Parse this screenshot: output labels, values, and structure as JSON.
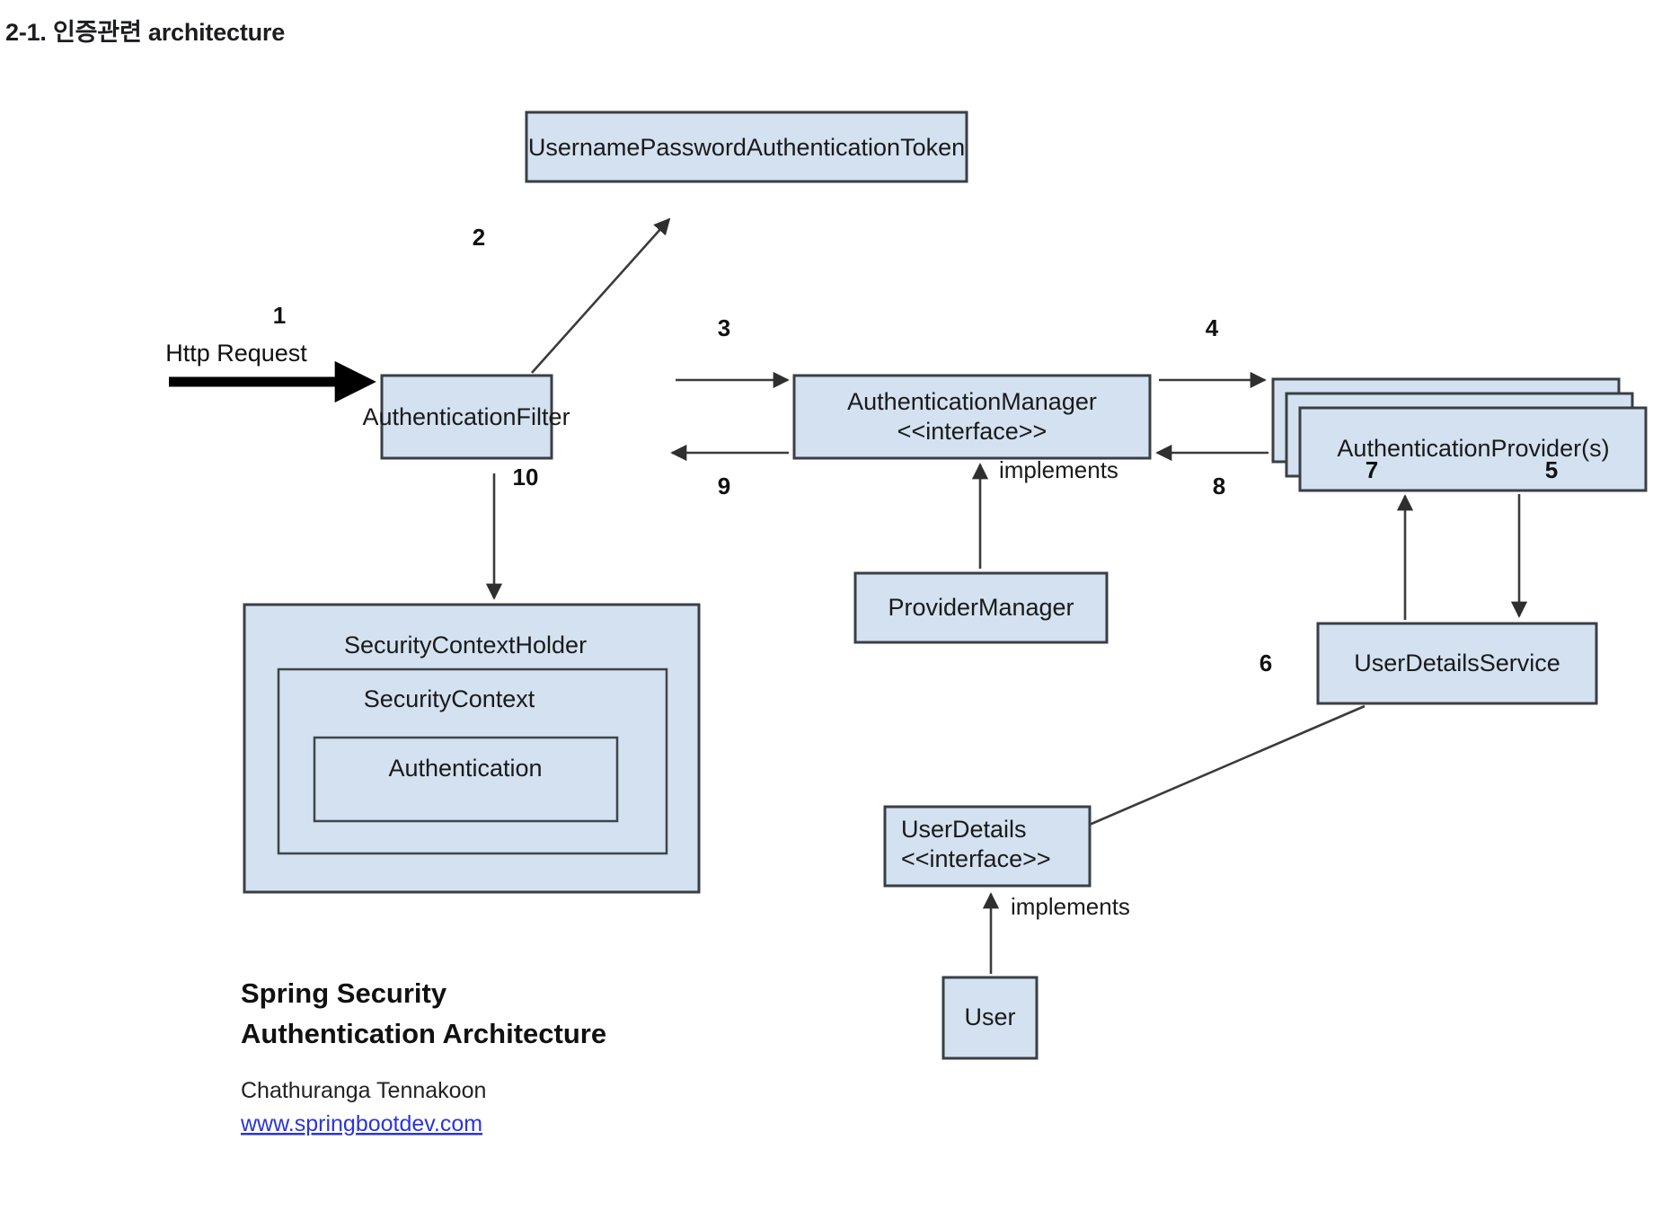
{
  "page": {
    "title": "2-1. 인증관련 architecture",
    "background_color": "#ffffff"
  },
  "diagram": {
    "type": "architecture-flow",
    "node_fill_color": "#d3e1f0",
    "node_stroke_color": "#3a3f45",
    "nodes": {
      "username_password_token": {
        "label": "UsernamePasswordAuthenticationToken"
      },
      "authentication_filter": {
        "label": "AuthenticationFilter"
      },
      "authentication_manager": {
        "label_line1": "AuthenticationManager",
        "label_line2": "<<interface>>"
      },
      "authentication_providers": {
        "label": "AuthenticationProvider(s)",
        "stack_count": 3
      },
      "provider_manager": {
        "label": "ProviderManager"
      },
      "user_details_service": {
        "label": "UserDetailsService"
      },
      "security_context_holder": {
        "label": "SecurityContextHolder"
      },
      "security_context": {
        "label": "SecurityContext"
      },
      "authentication": {
        "label": "Authentication"
      },
      "user_details": {
        "label_line1": "UserDetails",
        "label_line2": "<<interface>>"
      },
      "user": {
        "label": "User"
      }
    },
    "external_labels": {
      "http_request": "Http Request"
    },
    "step_numbers": [
      "1",
      "2",
      "3",
      "4",
      "5",
      "6",
      "7",
      "8",
      "9",
      "10"
    ],
    "edge_labels": {
      "provider_manager_implements": "implements",
      "user_implements": "implements"
    }
  },
  "credit": {
    "title_line1": "Spring Security",
    "title_line2": "Authentication Architecture",
    "author": "Chathuranga Tennakoon",
    "website": "www.springbootdev.com",
    "link_color": "#2b35d6"
  }
}
